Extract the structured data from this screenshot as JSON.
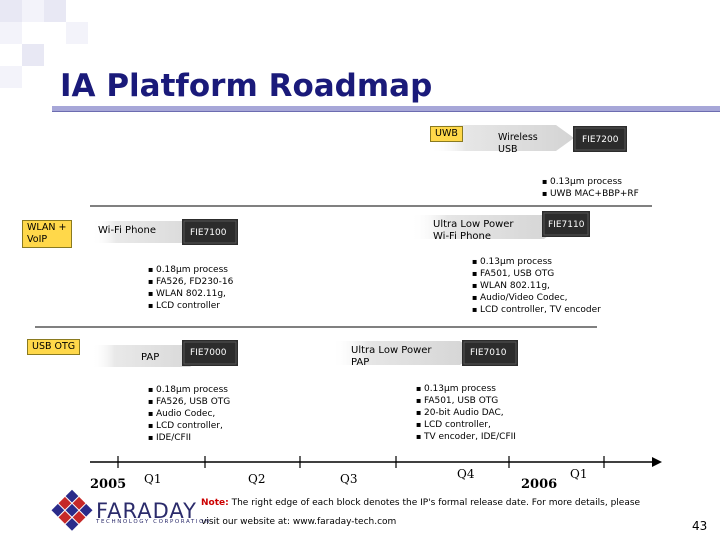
{
  "slide": {
    "title": "IA Platform Roadmap",
    "page_number": "43"
  },
  "rows": {
    "uwb": {
      "label": "UWB",
      "block_label": "Wireless\nUSB",
      "chip": "FIE7200",
      "bullets": [
        "0.13µm process",
        "UWB MAC+BBP+RF"
      ]
    },
    "wlan": {
      "label": "WLAN +\nVoIP",
      "block1_label": "Wi-Fi Phone",
      "block1_chip": "FIE7100",
      "block1_bullets": [
        "0.18µm process",
        "FA526, FD230-16",
        "WLAN 802.11g,",
        "LCD controller"
      ],
      "block2_label": "Ultra Low Power\nWi-Fi Phone",
      "block2_chip": "FIE7110",
      "block2_bullets": [
        "0.13µm process",
        "FA501, USB OTG",
        "WLAN 802.11g,",
        "Audio/Video Codec,",
        "LCD controller, TV encoder"
      ]
    },
    "usb_otg": {
      "label": "USB OTG",
      "block1_label": "PAP",
      "block1_chip": "FIE7000",
      "block1_bullets": [
        "0.18µm process",
        "FA526, USB OTG",
        "Audio Codec,",
        "LCD controller,",
        "IDE/CFII"
      ],
      "block2_label": "Ultra Low Power\nPAP",
      "block2_chip": "FIE7010",
      "block2_bullets": [
        "0.13µm process",
        "FA501, USB OTG",
        "20-bit Audio DAC,",
        "LCD controller,",
        "TV encoder, IDE/CFII"
      ]
    }
  },
  "timeline": {
    "year_start": "2005",
    "year_end": "2006",
    "quarters": [
      "Q1",
      "Q2",
      "Q3",
      "Q4",
      "Q1"
    ]
  },
  "note": {
    "head": "Note:",
    "line1": " The right edge of each block denotes the IP's formal release date. For more details, please",
    "line2": "visit our website at:  www.faraday-tech.com"
  },
  "logo": {
    "name": "FARADAY",
    "sub": "TECHNOLOGY CORPORATION"
  },
  "colors": {
    "title": "#1a1a7a",
    "label_fill": "#ffd84a",
    "chip_fill": "#2c2c2c",
    "note_head": "#cc0000",
    "accent_bar": "#a7a7d8"
  }
}
